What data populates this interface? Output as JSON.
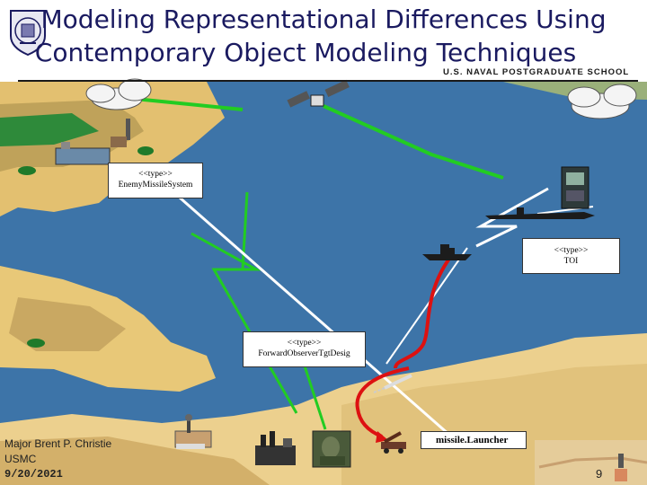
{
  "slide": {
    "title_line1": "Modeling Representational Differences Using",
    "title_line2": "Contemporary Object Modeling Techniques",
    "school": "U.S. NAVAL POSTGRADUATE SCHOOL",
    "colors": {
      "title": "#1a1a60",
      "sea": "#3d74a8",
      "land": "#e8c878",
      "link_green": "#22cc22",
      "link_white": "#ffffff",
      "link_red": "#dd1111"
    }
  },
  "diagram": {
    "nodes": {
      "enemy_missile_system": {
        "stereotype": "<<type>>",
        "name": "EnemyMissileSystem"
      },
      "toi": {
        "stereotype": "<<type>>",
        "name": "TOI"
      },
      "forward_observer": {
        "stereotype": "<<type>>",
        "name": "ForwardObserverTgtDesig"
      },
      "missile_launcher": {
        "name": "missile.Launcher"
      }
    },
    "icons": [
      "seal-icon",
      "satellite-icon",
      "cloud-icon",
      "factory-icon",
      "command-center-icon",
      "warship-icon",
      "submarine-icon",
      "missile-icon",
      "radar-tower-icon",
      "launcher-truck-icon",
      "soldier-photo-icon",
      "industrial-plant-icon"
    ]
  },
  "footer": {
    "author": "Major Brent P. Christie",
    "org": "USMC",
    "date": "9/20/2021",
    "page": "9"
  }
}
